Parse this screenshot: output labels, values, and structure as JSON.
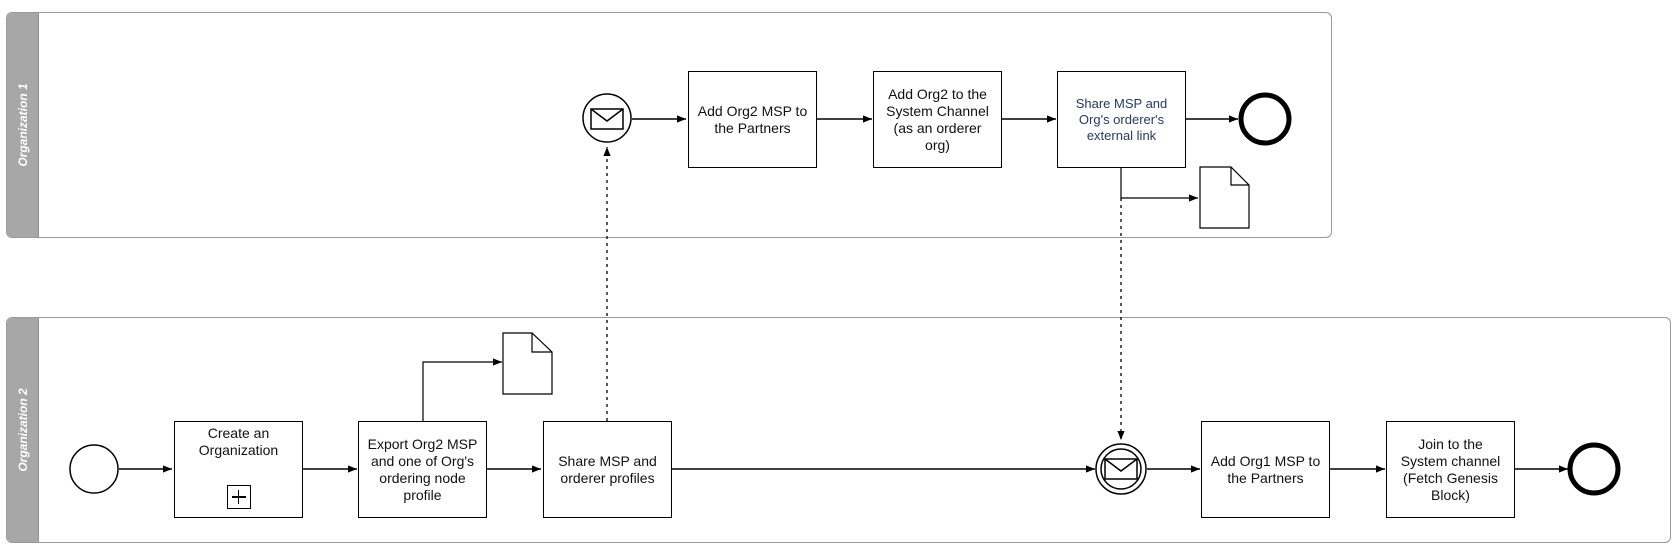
{
  "pools": {
    "org1": {
      "label": "Organization 1"
    },
    "org2": {
      "label": "Organization 2"
    }
  },
  "tasks": {
    "add_org2_msp": "Add Org2 MSP to the Partners",
    "add_org2_system": "Add Org2 to the System Channel (as an orderer org)",
    "share_msp_link": "Share MSP and Org's orderer's external link",
    "create_org": "Create an Organization",
    "export_msp": "Export Org2 MSP and one of Org's ordering node profile",
    "share_msp_profiles": "Share MSP and orderer profiles",
    "add_org1_msp": "Add Org1 MSP to the Partners",
    "join_system": "Join to the System channel (Fetch Genesis Block)"
  },
  "colors": {
    "pool_header": "#a7a7a7",
    "stroke": "#000000",
    "highlight_text": "#243a6b"
  }
}
